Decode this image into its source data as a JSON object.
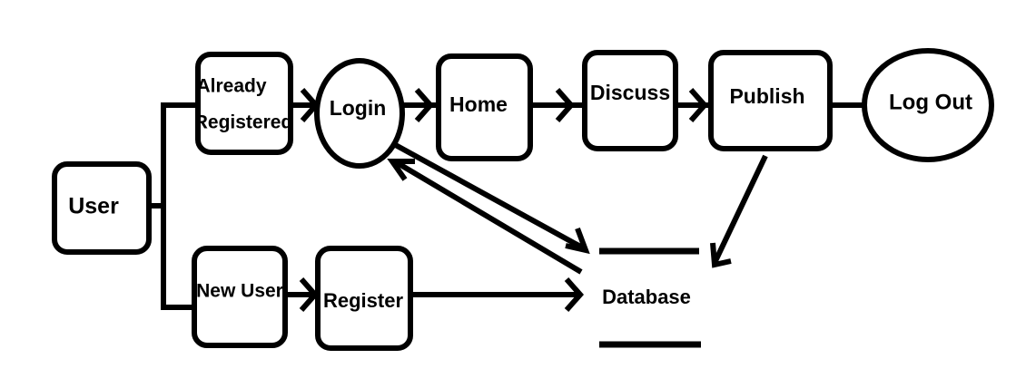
{
  "nodes": {
    "user": "User",
    "already_registered_line1": "Already",
    "already_registered_line2": "Registered",
    "new_user": "New User",
    "login": "Login",
    "register": "Register",
    "home": "Home",
    "discuss": "Discuss",
    "publish": "Publish",
    "log_out": "Log Out",
    "database": "Database"
  }
}
